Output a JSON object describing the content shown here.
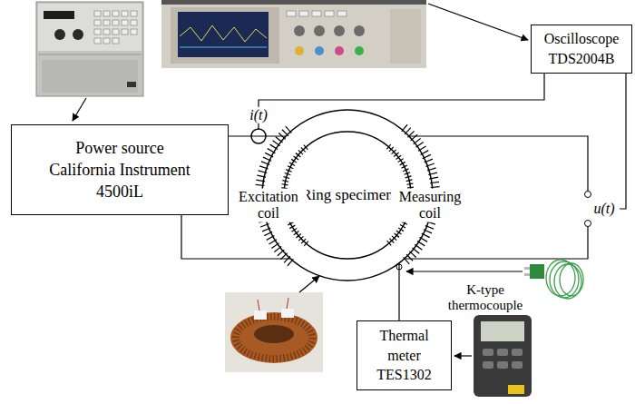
{
  "diagram": {
    "nodes": [
      {
        "text": [
          "Oscilloscope",
          "TDS2004B"
        ]
      },
      {
        "text": [
          "Power source",
          "California Instrument 4500iL"
        ]
      },
      {
        "text": [
          "Ring specimen"
        ]
      },
      {
        "text": [
          "Thermal meter",
          "TES1302"
        ]
      }
    ],
    "edges": [
      {
        "from": 1,
        "to": 2,
        "arrow": "none"
      },
      {
        "from": 1,
        "to": 2,
        "arrow": "none"
      },
      {
        "from": 3,
        "to": 2,
        "arrow": "none"
      }
    ],
    "labels": [
      "i(t)",
      "Excitation coil",
      "Measuring coil",
      "u(t)",
      "K-type thermocouple"
    ]
  }
}
